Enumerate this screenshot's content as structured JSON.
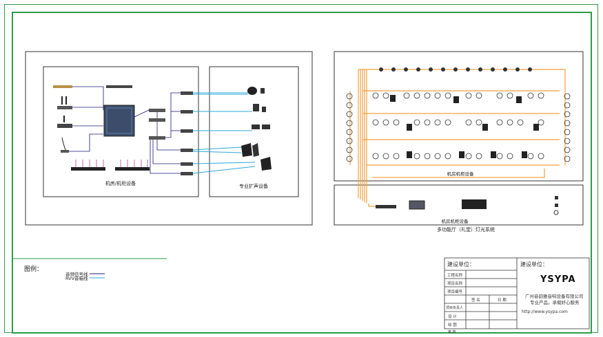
{
  "left_diagram": {
    "machine_room_label": "机房/机柜设备",
    "pro_audio_label": "专业扩声设备"
  },
  "right_diagram": {
    "top_section_label": "机房机柜设备",
    "bottom_section_label": "机房机柜设备",
    "system_title": "多功能厅（礼堂）灯光系统"
  },
  "legend": {
    "title": "图例：",
    "items": [
      {
        "label": "音频信号线",
        "color": "#1a1a7a"
      },
      {
        "label": "RVV音箱线",
        "color": "#2aa7d8"
      }
    ]
  },
  "title_block": {
    "build_unit_left": "建设单位：",
    "build_unit_right": "建设单位：",
    "rows": [
      "工程名称",
      "项目名称",
      "项目编号"
    ],
    "sign_row": [
      "签  名",
      "日  期"
    ],
    "footer_rows": [
      "项目负责人",
      "设  计",
      "绘  图",
      "审  核"
    ],
    "brand": "YSYPA",
    "company": "广州音韵雅音响设备有限公司",
    "slogan": "专业产品，承载好心服务",
    "website": "http://www.ysypa.com"
  },
  "colors": {
    "frame": "#2e9a4a",
    "audio_line": "#2aa7d8",
    "light_line": "#f0a040"
  }
}
